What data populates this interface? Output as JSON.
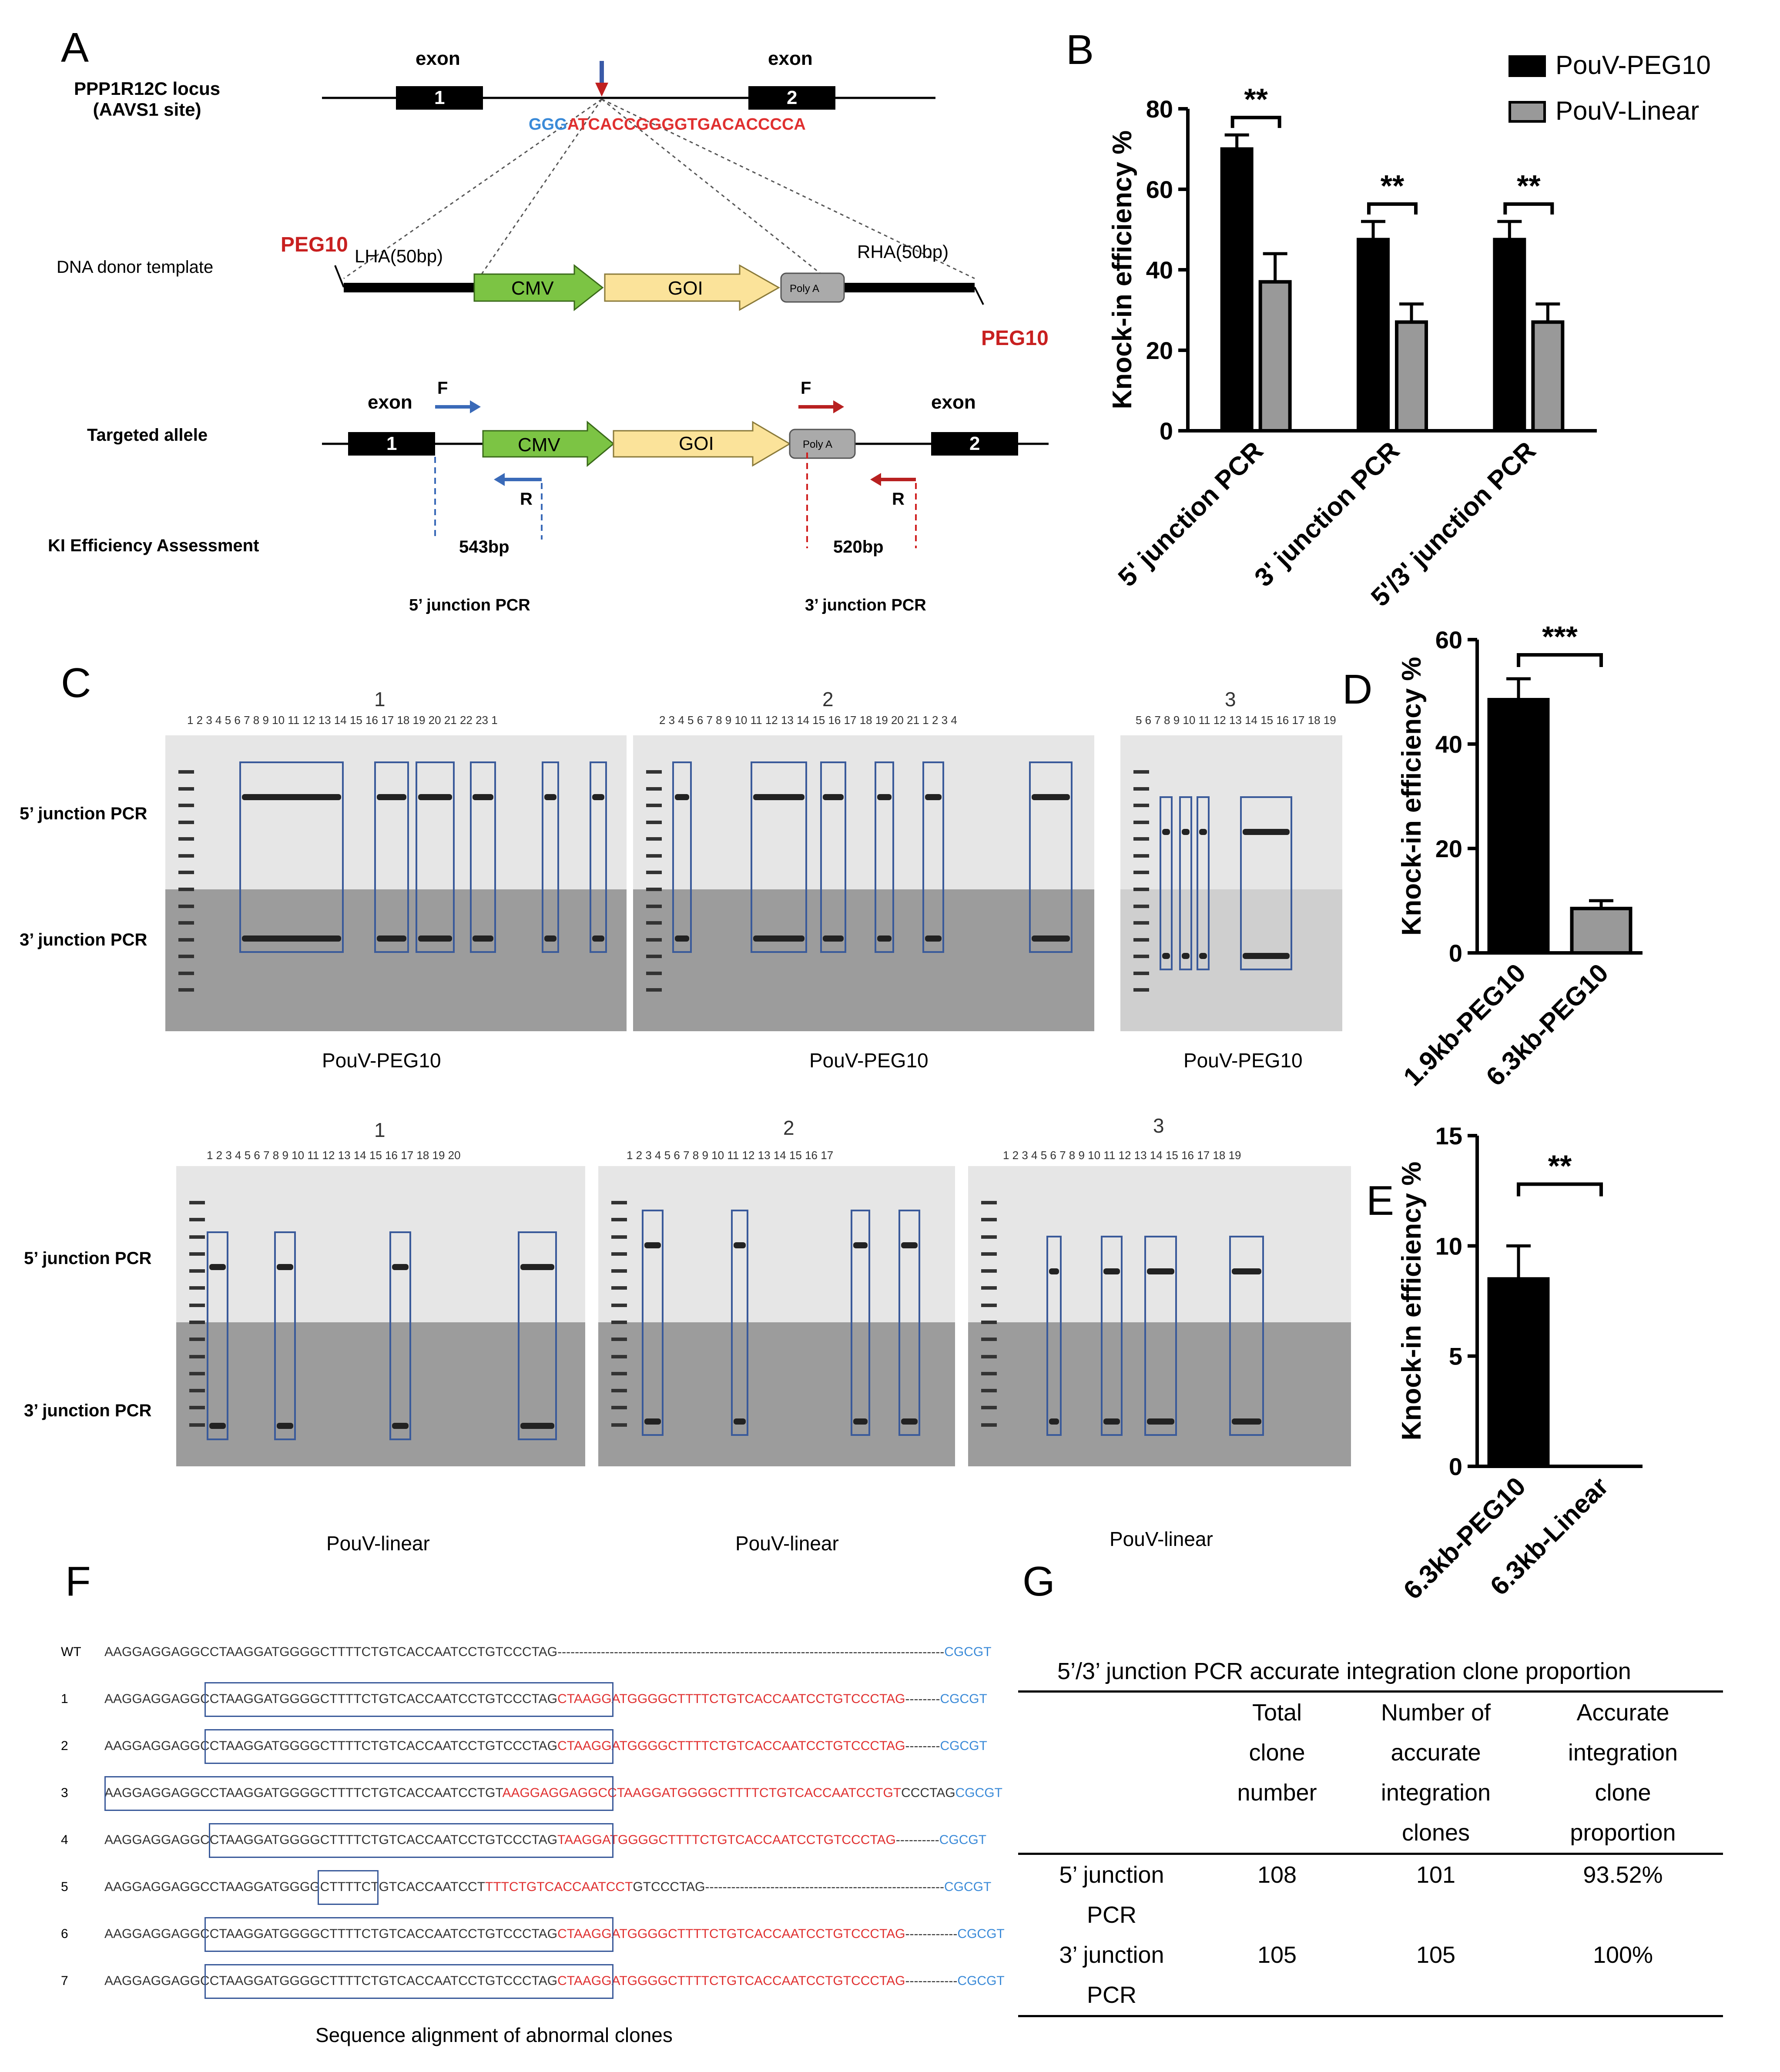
{
  "panels": {
    "A": "A",
    "B": "B",
    "C": "C",
    "D": "D",
    "E": "E",
    "F": "F",
    "G": "G"
  },
  "panelA": {
    "locus": "PPP1R12C locus\n(AAVS1 site)",
    "exon1": "exon",
    "exon2": "exon",
    "exon1_num": "1",
    "exon2_num": "2",
    "pam": "GGG",
    "target": "ATCACCGGGGTGACACCCCA",
    "donor_label": "DNA donor template",
    "peg_left": "PEG10",
    "peg_right": "PEG10",
    "lha": "LHA(50bp)",
    "rha": "RHA(50bp)",
    "cmv": "CMV",
    "goi": "GOI",
    "polya": "Poly A",
    "targeted_label": "Targeted allele",
    "t_exon1": "exon",
    "t_exon2": "exon",
    "t_num1": "1",
    "t_num2": "2",
    "F1": "F",
    "R1": "R",
    "F2": "F",
    "R2": "R",
    "ki_label": "KI  Efficiency Assessment",
    "bp5": "543bp",
    "bp3": "520bp",
    "j5": "5’ junction PCR",
    "j3": "3’ junction PCR"
  },
  "chart_data": [
    {
      "id": "B",
      "type": "bar",
      "categories": [
        "5' junction PCR",
        "3' junction PCR",
        "5'/3' junction PCR"
      ],
      "series": [
        {
          "name": "PouV-PEG10",
          "values": [
            70,
            47.5,
            47.5
          ],
          "errors": [
            3.5,
            4.5,
            4.5
          ],
          "color": "#000000"
        },
        {
          "name": "PouV-Linear",
          "values": [
            37,
            27,
            27
          ],
          "errors": [
            7,
            4.5,
            4.5
          ],
          "color": "#999999"
        }
      ],
      "ylabel": "Knock-in efficiency %",
      "ylim": [
        0,
        80
      ],
      "yticks": [
        0,
        20,
        40,
        60,
        80
      ],
      "significance": [
        "**",
        "**",
        "**"
      ]
    },
    {
      "id": "D",
      "type": "bar",
      "categories": [
        "1.9kb-PEG10",
        "6.3kb-PEG10"
      ],
      "values": [
        48.5,
        8.5
      ],
      "errors": [
        4,
        1.5
      ],
      "colors": [
        "#000000",
        "#999999"
      ],
      "ylabel": "Knock-in efficiency %",
      "ylim": [
        0,
        60
      ],
      "yticks": [
        0,
        20,
        40,
        60
      ],
      "significance": "***"
    },
    {
      "id": "E",
      "type": "bar",
      "categories": [
        "6.3kb-PEG10",
        "6.3kb-Linear"
      ],
      "values": [
        8.5,
        0
      ],
      "errors": [
        1.5,
        0
      ],
      "colors": [
        "#000000",
        "#999999"
      ],
      "ylabel": "Knock-in efficiency %",
      "ylim": [
        0,
        15
      ],
      "yticks": [
        0,
        5,
        10,
        15
      ],
      "significance": "**"
    }
  ],
  "panelC": {
    "row_label_5": "5’ junction PCR",
    "row_label_3": "3’ junction PCR",
    "gels": [
      {
        "title": "1",
        "lanes": "1  2  3  4  5  6  7  8  9  10 11 12 13 14 15 16 17 18 19 20 21 22 23  1",
        "caption": "PouV-PEG10"
      },
      {
        "title": "2",
        "lanes": "2  3  4  5  6  7  8  9  10 11 12 13 14 15 16 17 18 19 20 21  1  2  3   4",
        "caption": "PouV-PEG10"
      },
      {
        "title": "3",
        "lanes": "5  6  7  8  9 10 11 12 13 14 15 16 17 18 19",
        "caption": "PouV-PEG10"
      },
      {
        "title": "1",
        "lanes": "1  2  3  4  5  6  7  8  9  10 11 12  13 14  15 16 17 18 19 20",
        "caption": "PouV-linear"
      },
      {
        "title": "2",
        "lanes": "1  2  3  4  5  6  7  8  9  10  11 12 13 14 15 16 17",
        "caption": "PouV-linear"
      },
      {
        "title": "3",
        "lanes": "1  2  3  4  5  6  7  8  9  10  11 12 13 14 15 16 17 18 19",
        "caption": "PouV-linear"
      }
    ]
  },
  "panelF": {
    "caption": "Sequence alignment of abnormal clones",
    "rows": [
      {
        "n": "WT",
        "black": "AAGGAGGAGGCCTAAGGATGGGGCTTTTCTGTCACCAATCCTGTCCCTAG",
        "red": "",
        "dash": "-----------------------------------------------------------------------------------------",
        "blue": "CGCGT"
      },
      {
        "n": "1",
        "black": "AAGGAGGAGGCCTAAGGATGGGGCTTTTCTGTCACCAATCCTGTCCCTAG",
        "red": "CTAAGGATGGGGCTTTTCTGTCACCAATCCTGTCCCTAG",
        "dash": "--------",
        "blue": "CGCGT"
      },
      {
        "n": "2",
        "black": "AAGGAGGAGGCCTAAGGATGGGGCTTTTCTGTCACCAATCCTGTCCCTAG",
        "red": "CTAAGGATGGGGCTTTTCTGTCACCAATCCTGTCCCTAG",
        "dash": "--------",
        "blue": "CGCGT"
      },
      {
        "n": "3",
        "black": "AAGGAGGAGGCCTAAGGATGGGGCTTTTCTGTCACCAATCCTGT",
        "red": "AAGGAGGAGGCCTAAGGATGGGGCTTTTCTGTCACCAATCCTGT",
        "dash": "CCCTAG",
        "blue": "CGCGT"
      },
      {
        "n": "4",
        "black": "AAGGAGGAGGCCTAAGGATGGGGCTTTTCTGTCACCAATCCTGTCCCTAG",
        "red": "TAAGGATGGGGCTTTTCTGTCACCAATCCTGTCCCTAG",
        "dash": "----------",
        "blue": "CGCGT"
      },
      {
        "n": "5",
        "black": "AAGGAGGAGGCCTAAGGATGGGGCTTTTCTGTCACCAATCCT",
        "red": "TTTCTGTCACCAATCCT",
        "dash": "GTCCCTAG-------------------------------------------------------",
        "blue": "CGCGT"
      },
      {
        "n": "6",
        "black": "AAGGAGGAGGCCTAAGGATGGGGCTTTTCTGTCACCAATCCTGTCCCTAG",
        "red": "CTAAGGATGGGGCTTTTCTGTCACCAATCCTGTCCCTAG",
        "dash": "------------",
        "blue": "CGCGT"
      },
      {
        "n": "7",
        "black": "AAGGAGGAGGCCTAAGGATGGGGCTTTTCTGTCACCAATCCTGTCCCTAG",
        "red": "CTAAGGATGGGGCTTTTCTGTCACCAATCCTGTCCCTAG",
        "dash": "------------",
        "blue": "CGCGT"
      }
    ]
  },
  "panelG": {
    "title": "5’/3’ junction PCR accurate integration clone proportion",
    "headers": [
      "",
      "Total\nclone\nnumber",
      "Number of\naccurate\nintegration\nclones",
      "Accurate\nintegration\nclone\nproportion"
    ],
    "rows": [
      [
        "5’ junction\nPCR",
        "108",
        "101",
        "93.52%"
      ],
      [
        "3’ junction\nPCR",
        "105",
        "105",
        "100%"
      ]
    ]
  }
}
